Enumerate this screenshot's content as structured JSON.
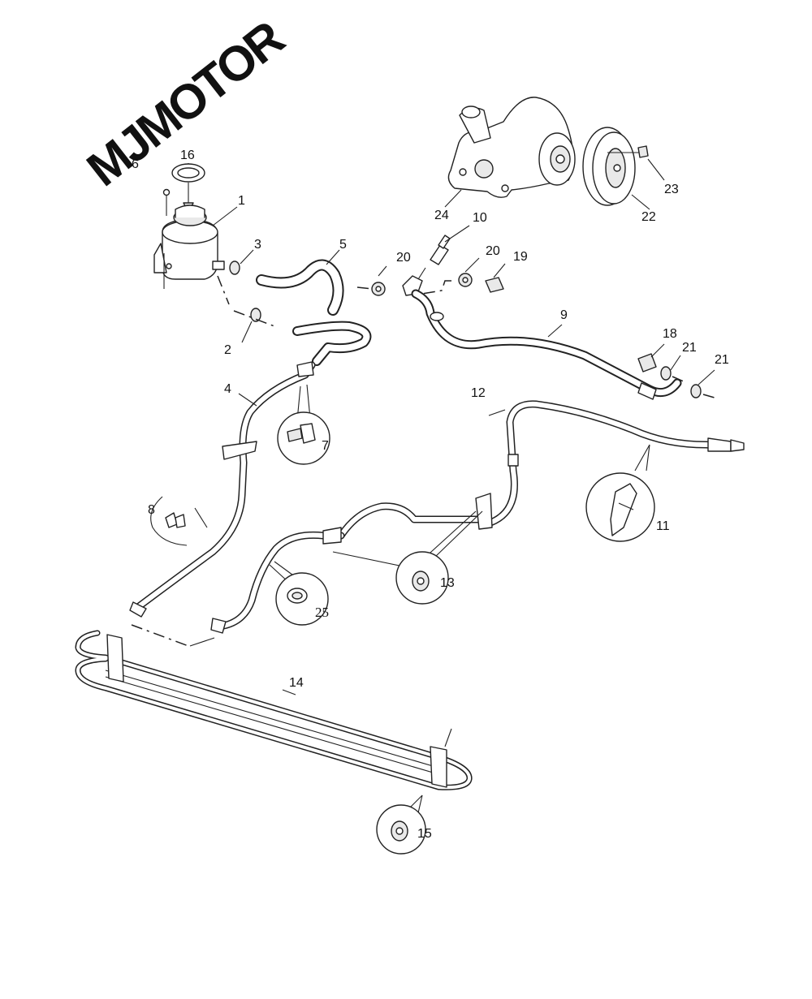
{
  "watermark": "MJMOTOR",
  "callouts": {
    "c1": "1",
    "c2": "2",
    "c3": "3",
    "c4": "4",
    "c5": "5",
    "c6": "6",
    "c7": "7",
    "c8": "8",
    "c9": "9",
    "c10": "10",
    "c11": "11",
    "c12": "12",
    "c13": "13",
    "c14": "14",
    "c15": "15",
    "c16": "16",
    "c18": "18",
    "c19": "19",
    "c20a": "20",
    "c20b": "20",
    "c21a": "21",
    "c21b": "21",
    "c22": "22",
    "c23": "23",
    "c24": "24",
    "c25": "25"
  }
}
